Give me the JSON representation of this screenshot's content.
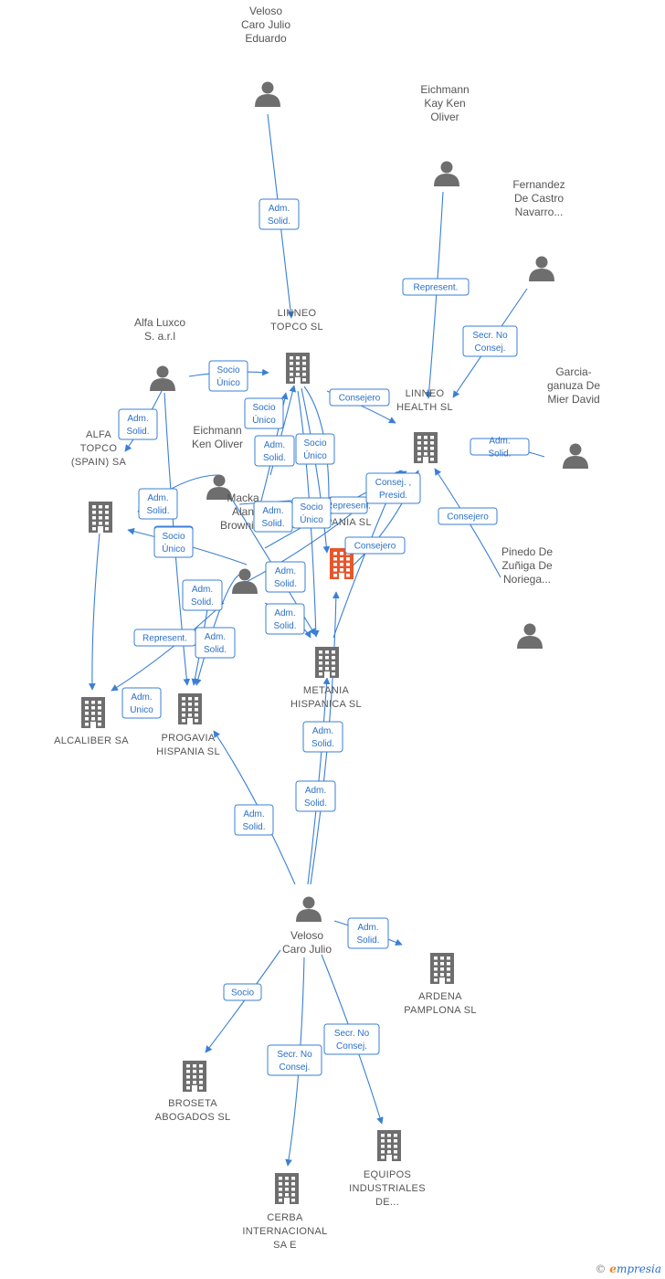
{
  "colors": {
    "edge": "#3a7fd5",
    "node": "#6e6e6e",
    "focus": "#e8562a"
  },
  "nodes": [
    {
      "id": "veloso_eduardo",
      "type": "person",
      "label": [
        "Veloso",
        "Caro Julio",
        "Eduardo"
      ]
    },
    {
      "id": "eichmann_kay",
      "type": "person",
      "label": [
        "Eichmann",
        "Kay Ken",
        "Oliver"
      ]
    },
    {
      "id": "fernandez",
      "type": "person",
      "label": [
        "Fernandez",
        "De Castro",
        "Navarro..."
      ]
    },
    {
      "id": "linneo_topco",
      "type": "company",
      "label": [
        "LINNEO",
        "TOPCO SL"
      ]
    },
    {
      "id": "alfa_luxco",
      "type": "person",
      "label": [
        "Alfa Luxco",
        "S. a.r.l"
      ]
    },
    {
      "id": "linneo_health",
      "type": "company",
      "label": [
        "LINNEO",
        "HEALTH SL"
      ]
    },
    {
      "id": "garcia",
      "type": "person",
      "label": [
        "Garcia-",
        "ganuza De",
        "Mier David"
      ]
    },
    {
      "id": "alfa_topco",
      "type": "company",
      "label": [
        "ALFA",
        "TOPCO",
        "(SPAIN) SA"
      ]
    },
    {
      "id": "eichmann_ken",
      "type": "person",
      "label": [
        "Eichmann",
        "Ken Oliver"
      ]
    },
    {
      "id": "mackay",
      "type": "person",
      "label": [
        "Macka",
        "Alan",
        "Browning"
      ]
    },
    {
      "id": "kalba",
      "type": "company_focus",
      "label": [
        "KALBA",
        "HISPANIA SL"
      ]
    },
    {
      "id": "pinedo",
      "type": "person",
      "label": [
        "Pinedo De",
        "Zuñiga De",
        "Noriega..."
      ]
    },
    {
      "id": "metania",
      "type": "company",
      "label": [
        "METANIA",
        "HISPANICA SL"
      ]
    },
    {
      "id": "alcaliber",
      "type": "company",
      "label": [
        "ALCALIBER SA"
      ]
    },
    {
      "id": "progavia",
      "type": "company",
      "label": [
        "PROGAVIA",
        "HISPANIA SL"
      ]
    },
    {
      "id": "veloso",
      "type": "person",
      "label": [
        "Veloso",
        "Caro Julio"
      ]
    },
    {
      "id": "ardena",
      "type": "company",
      "label": [
        "ARDENA",
        "PAMPLONA SL"
      ]
    },
    {
      "id": "broseta",
      "type": "company",
      "label": [
        "BROSETA",
        "ABOGADOS SL"
      ]
    },
    {
      "id": "equipos",
      "type": "company",
      "label": [
        "EQUIPOS",
        "INDUSTRIALES",
        "DE..."
      ]
    },
    {
      "id": "cerba",
      "type": "company",
      "label": [
        "CERBA",
        "INTERNACIONAL",
        "SA E"
      ]
    }
  ],
  "edge_labels": [
    [
      "Adm.",
      "Solid."
    ],
    [
      "Represent."
    ],
    [
      "Secr. No",
      "Consej."
    ],
    [
      "Socio",
      "Único"
    ],
    [
      "Consejero"
    ],
    [
      "Adm.",
      "Solid."
    ],
    [
      "Adm.",
      "Solid."
    ],
    [
      "Socio",
      "Único"
    ],
    [
      "Consejero"
    ],
    [
      "Socio",
      "Único"
    ],
    [
      "Adm.",
      "Solid."
    ],
    [
      "Adm.",
      "Solid."
    ],
    [
      "Represent."
    ],
    [
      "Socio",
      "Único"
    ],
    [
      "Consej. ,",
      "Presid."
    ],
    [
      "Consejero"
    ],
    [
      "Consejero"
    ],
    [
      "Socio",
      "Único"
    ],
    [
      "Adm.",
      "Solid."
    ],
    [
      "Adm.",
      "Solid."
    ],
    [
      "Adm.",
      "Solid."
    ],
    [
      "Socio",
      "Único"
    ],
    [
      "Adm.",
      "Solid."
    ],
    [
      "Represent."
    ],
    [
      "Adm.",
      "Solid."
    ],
    [
      "Adm.",
      "Unico"
    ],
    [
      "Adm.",
      "Solid."
    ],
    [
      "Adm.",
      "Solid."
    ],
    [
      "Adm.",
      "Solid."
    ],
    [
      "Adm.",
      "Solid."
    ],
    [
      "Socio"
    ],
    [
      "Secr. No",
      "Consej."
    ],
    [
      "Secr. No",
      "Consej."
    ]
  ],
  "footer": {
    "copyright": "©",
    "brand_e": "e",
    "brand_rest": "mpresia"
  }
}
